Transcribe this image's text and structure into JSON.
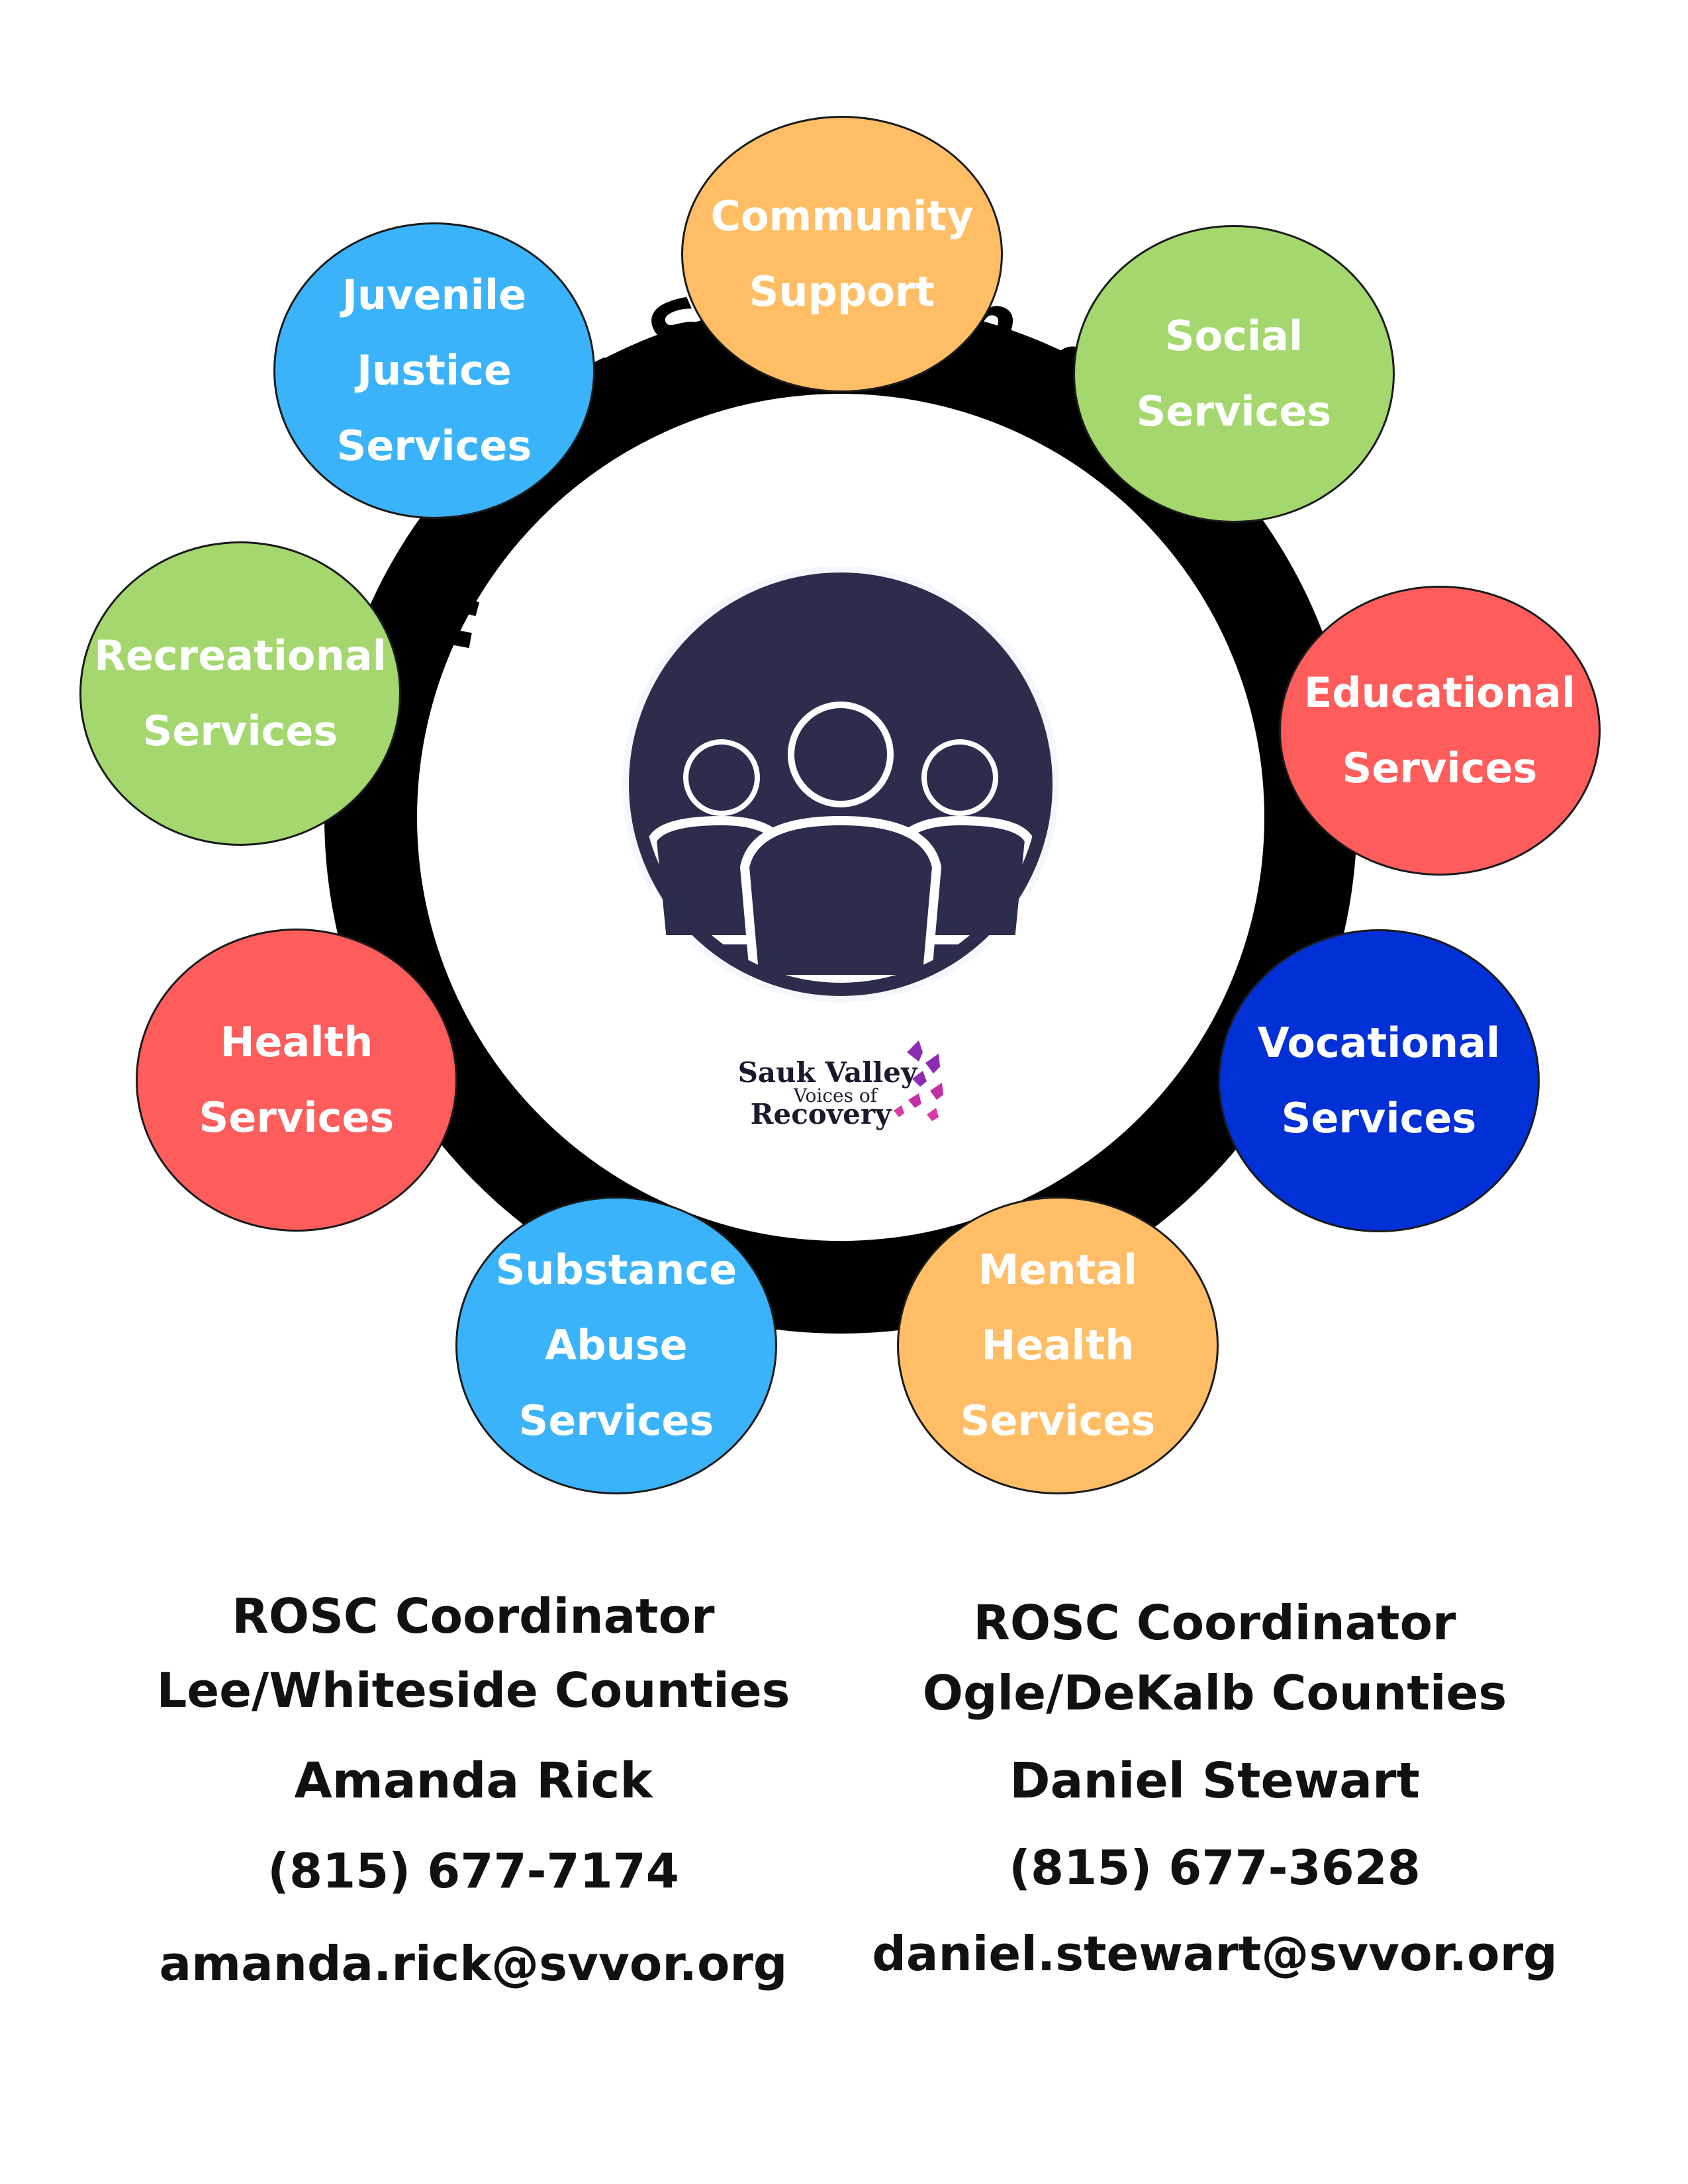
{
  "diagram": {
    "title": "Illinois System of Care",
    "center_icon": "group-of-people-icon",
    "logo": {
      "line1": "Sauk Valley",
      "line2": "Voices of",
      "line3": "Recovery",
      "icon": "butterflies-icon"
    },
    "services": [
      {
        "id": "community-support",
        "label": "Community\nSupport",
        "color": "#FFBD66"
      },
      {
        "id": "social-services",
        "label": "Social\nServices",
        "color": "#A4D76E"
      },
      {
        "id": "educational-services",
        "label": "Educational\nServices",
        "color": "#FF5C5C"
      },
      {
        "id": "vocational-services",
        "label": "Vocational\nServices",
        "color": "#0030D6"
      },
      {
        "id": "mental-health-services",
        "label": "Mental\nHealth\nServices",
        "color": "#FFBD66"
      },
      {
        "id": "substance-abuse-services",
        "label": "Substance\nAbuse\nServices",
        "color": "#3BB3FB"
      },
      {
        "id": "health-services",
        "label": "Health\nServices",
        "color": "#FF5C5C"
      },
      {
        "id": "recreational-services",
        "label": "Recreational\nServices",
        "color": "#A4D76E"
      },
      {
        "id": "juvenile-justice-services",
        "label": "Juvenile\nJustice\nServices",
        "color": "#3BB3FB"
      }
    ],
    "colors": {
      "ring": "#000000",
      "icon_navy": "#2C2D4D"
    }
  },
  "contacts": [
    {
      "title": "ROSC Coordinator",
      "area": "Lee/Whiteside Counties",
      "name": "Amanda Rick",
      "phone": "(815) 677-7174",
      "email": "amanda.rick@svvor.org"
    },
    {
      "title": "ROSC Coordinator",
      "area": "Ogle/DeKalb Counties",
      "name": "Daniel Stewart",
      "phone": "(815) 677-3628",
      "email": "daniel.stewart@svvor.org"
    }
  ]
}
